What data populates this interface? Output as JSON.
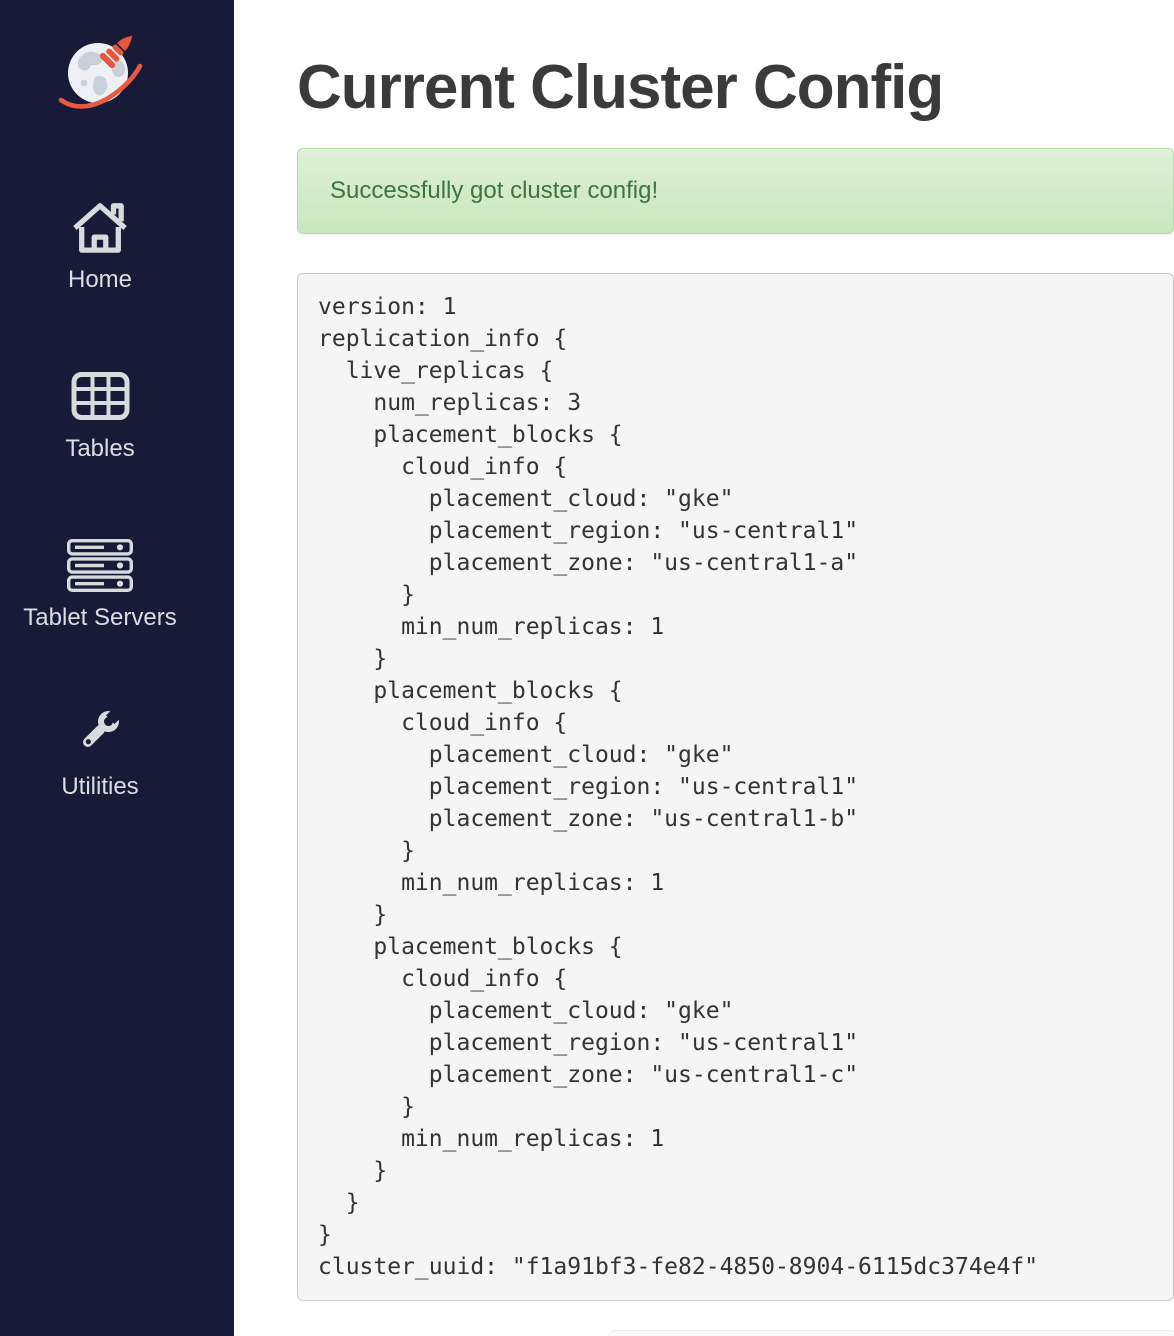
{
  "sidebar": {
    "logo_icon": "globe-rocket-logo",
    "nav": [
      {
        "label": "Home",
        "icon": "home-icon"
      },
      {
        "label": "Tables",
        "icon": "tables-icon"
      },
      {
        "label": "Tablet Servers",
        "icon": "tablet-servers-icon"
      },
      {
        "label": "Utilities",
        "icon": "wrench-icon"
      }
    ]
  },
  "page": {
    "title": "Current Cluster Config",
    "alert_message": "Successfully got cluster config!",
    "cluster_config": "version: 1\nreplication_info {\n  live_replicas {\n    num_replicas: 3\n    placement_blocks {\n      cloud_info {\n        placement_cloud: \"gke\"\n        placement_region: \"us-central1\"\n        placement_zone: \"us-central1-a\"\n      }\n      min_num_replicas: 1\n    }\n    placement_blocks {\n      cloud_info {\n        placement_cloud: \"gke\"\n        placement_region: \"us-central1\"\n        placement_zone: \"us-central1-b\"\n      }\n      min_num_replicas: 1\n    }\n    placement_blocks {\n      cloud_info {\n        placement_cloud: \"gke\"\n        placement_region: \"us-central1\"\n        placement_zone: \"us-central1-c\"\n      }\n      min_num_replicas: 1\n    }\n  }\n}\ncluster_uuid: \"f1a91bf3-fe82-4850-8904-6115dc374e4f\""
  },
  "colors": {
    "sidebar_bg": "#171b38",
    "icon_gray": "#d9dadd",
    "accent_orange": "#e85a40",
    "alert_bg": "#dff0d8",
    "alert_border": "#b2dba1",
    "alert_text": "#3c763d",
    "code_bg": "#f5f5f5",
    "code_border": "#cccccc",
    "code_text": "#333333"
  }
}
